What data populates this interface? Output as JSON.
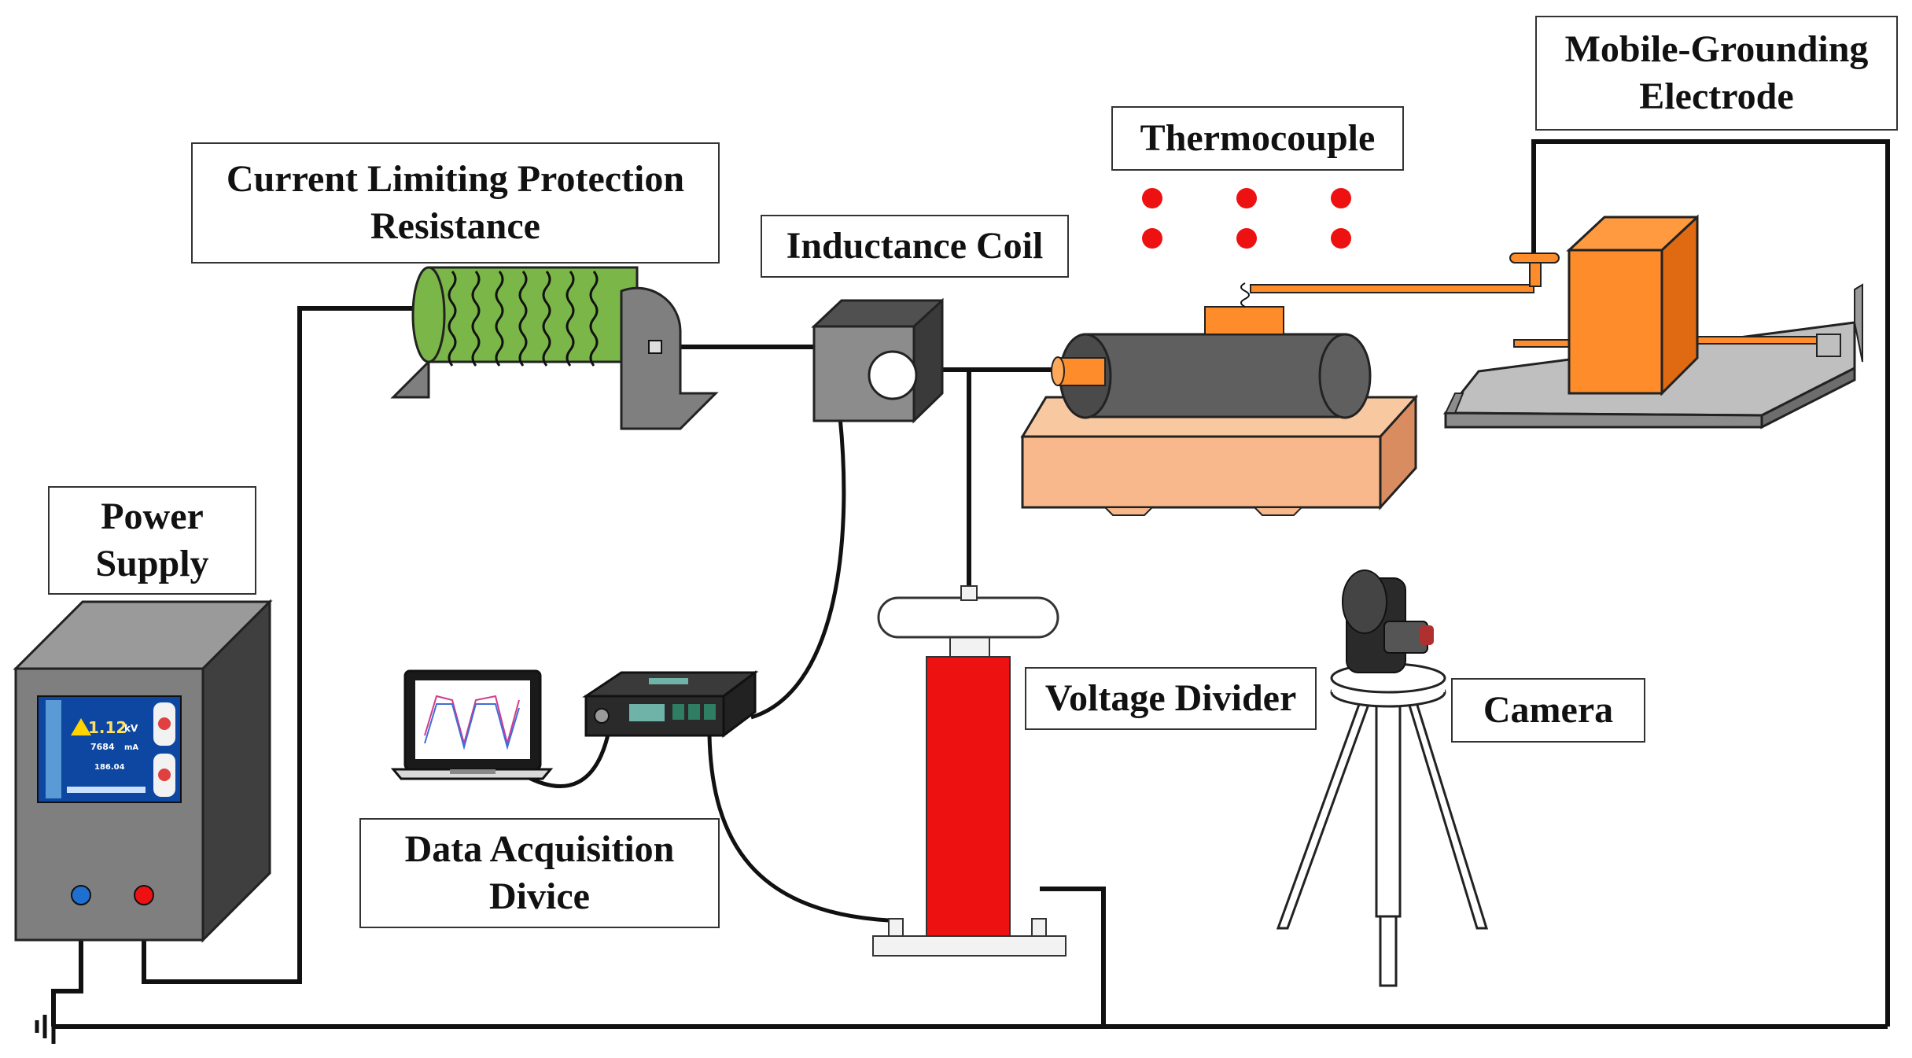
{
  "labels": {
    "power_supply": [
      "Power",
      "Supply"
    ],
    "current_limiting": [
      "Current Limiting Protection",
      "Resistance"
    ],
    "inductance_coil": [
      "Inductance Coil"
    ],
    "thermocouple": [
      "Thermocouple"
    ],
    "mobile_grounding": [
      "Mobile-Grounding",
      "Electrode"
    ],
    "voltage_divider": [
      "Voltage Divider"
    ],
    "camera": [
      "Camera"
    ],
    "data_acquisition": [
      "Data Acquisition",
      "Divice"
    ]
  },
  "power_screen": {
    "voltage": "1.12",
    "voltage_unit": "kV",
    "current": "7684",
    "current_unit": "mA",
    "reading": "186.04"
  },
  "colors": {
    "red": "#ee1111",
    "orange": "#ff8c2a",
    "green": "#7ab648",
    "base": "#f8b88b",
    "gray": "#7f7f7f"
  }
}
